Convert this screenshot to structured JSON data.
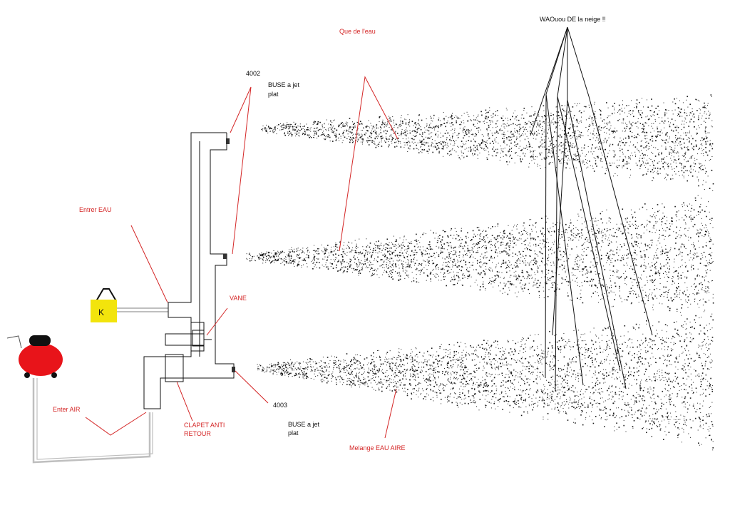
{
  "labels": {
    "snow": "WAOuou DE la neige !!",
    "water_only": "Que de l'eau",
    "nozzle_top_id": "4002",
    "nozzle_top_l1": "BUSE a jet",
    "nozzle_top_l2": "plat",
    "water_in": "Entrer EAU",
    "valve": "VANE",
    "air_in": "Enter AIR",
    "check_l1": "CLAPET ANTI",
    "check_l2": "RETOUR",
    "nozzle_bot_id": "4003",
    "nozzle_bot_l1": "BUSE a jet",
    "nozzle_bot_l2": "plat",
    "mix": "Melange EAU AIRE",
    "tap_mark": "K"
  },
  "colors": {
    "annotation": "#d42626",
    "text": "#111111",
    "compressor": "#e8141a",
    "compressor_cap": "#111111",
    "water_tank": "#f2e40c",
    "spray": "#1a1a1a",
    "pipe_gray": "#bfbfbf"
  }
}
